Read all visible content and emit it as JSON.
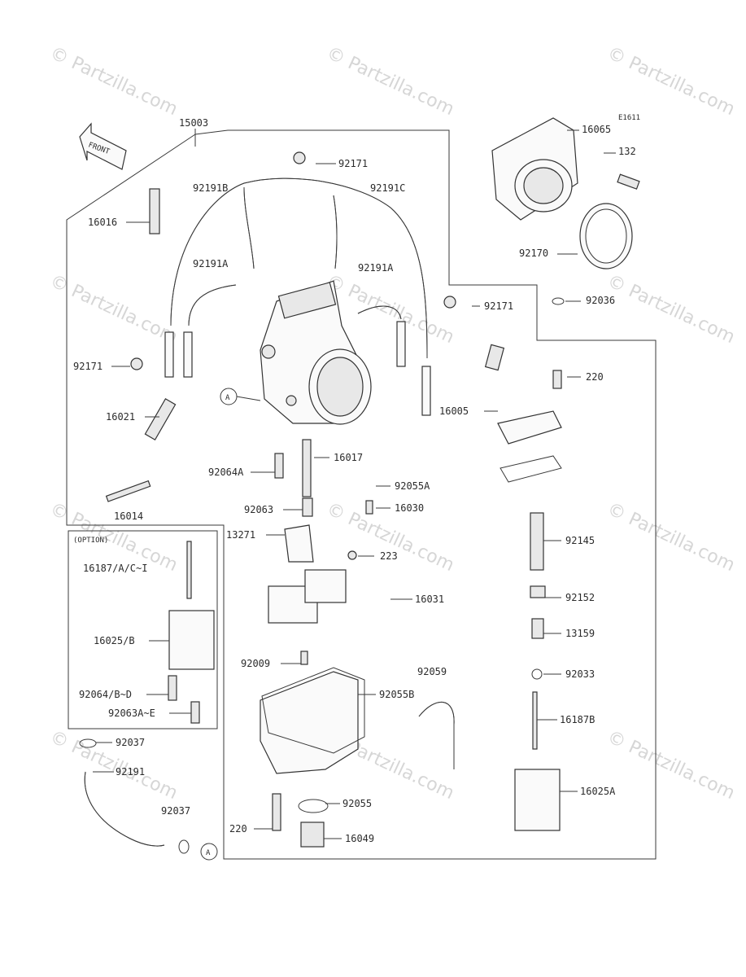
{
  "watermark": "© Partzilla.com",
  "figure_code": "E1611",
  "front_label": "FRONT",
  "option_label": "(OPTION)",
  "callout": "A",
  "parts": {
    "p15003": "15003",
    "p16065": "16065",
    "p132": "132",
    "p92171a": "92171",
    "p92191b": "92191B",
    "p92191c": "92191C",
    "p16016": "16016",
    "p92170": "92170",
    "p92191a1": "92191A",
    "p92191a2": "92191A",
    "p92171b": "92171",
    "p92036": "92036",
    "p92171c": "92171",
    "p220a": "220",
    "p16021": "16021",
    "p16005": "16005",
    "p16017": "16017",
    "p92064a": "92064A",
    "p92055a": "92055A",
    "p16014": "16014",
    "p92063": "92063",
    "p16030": "16030",
    "p13271": "13271",
    "p16187aci": "16187/A/C~I",
    "p223": "223",
    "p92145": "92145",
    "p16031": "16031",
    "p92152": "92152",
    "p16025b": "16025/B",
    "p13159": "13159",
    "p92009": "92009",
    "p92059": "92059",
    "p92033": "92033",
    "p92064bd": "92064/B~D",
    "p92055b": "92055B",
    "p92063ae": "92063A~E",
    "p16187b": "16187B",
    "p92037a": "92037",
    "p92191": "92191",
    "p16025a": "16025A",
    "p92037b": "92037",
    "p92055": "92055",
    "p220b": "220",
    "p16049": "16049"
  }
}
